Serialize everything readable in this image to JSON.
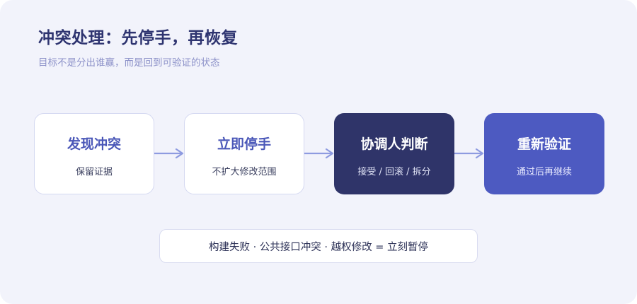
{
  "header": {
    "title": "冲突处理：先停手，再恢复",
    "subtitle": "目标不是分出谁赢，而是回到可验证的状态"
  },
  "steps": [
    {
      "title": "发现冲突",
      "sub": "保留证据"
    },
    {
      "title": "立即停手",
      "sub": "不扩大修改范围"
    },
    {
      "title": "协调人判断",
      "sub": "接受 / 回滚 / 拆分"
    },
    {
      "title": "重新验证",
      "sub": "通过后再继续"
    }
  ],
  "footer": {
    "rule": "构建失败 · 公共接口冲突 · 越权修改 = 立刻暂停"
  },
  "colors": {
    "background": "#f2f3fb",
    "title": "#2e3470",
    "subtitle": "#8d92c9",
    "accent_light": "#4a57b8",
    "dark_step": "#2f3469",
    "blue_step": "#4d5ac1",
    "arrow": "#8e9be0"
  }
}
